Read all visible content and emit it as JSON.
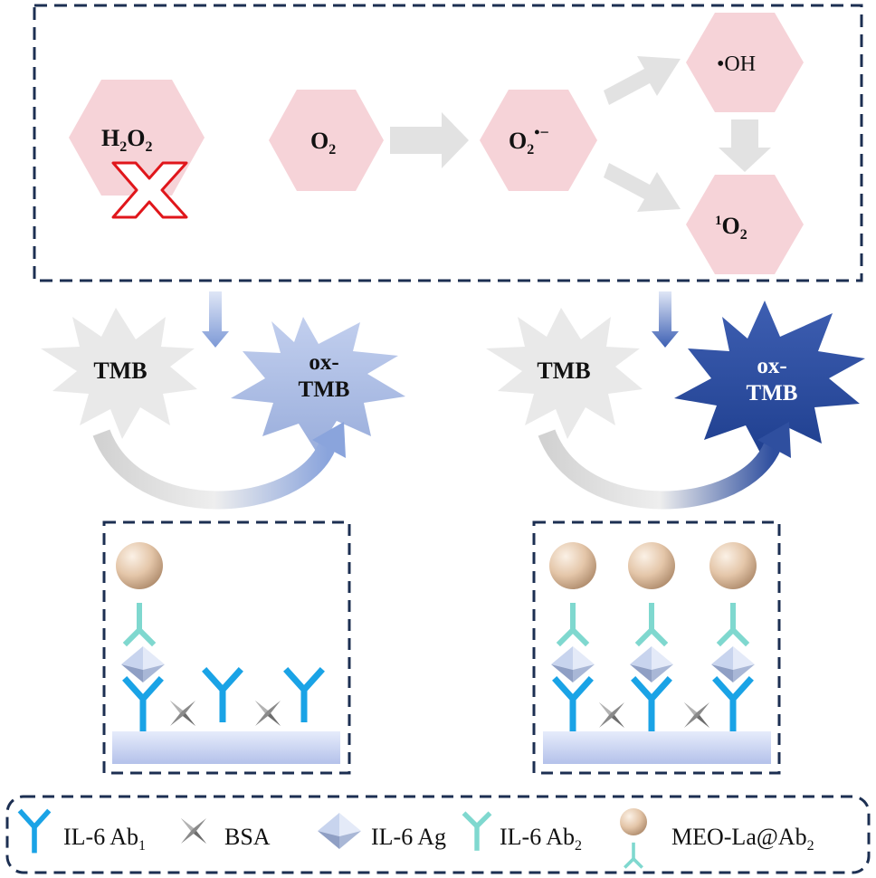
{
  "colors": {
    "box_dash": "#1c2f52",
    "hexagon": "#f6d3d8",
    "cross_stroke": "#e0161b",
    "arrow_gray": "#e2e2e2",
    "tmb_star": "#e9e9e9",
    "oxtmb_light": "#a7b8e0",
    "oxtmb_dark": "#2d4ea1",
    "ab1_blue": "#1aa3e6",
    "ab2_teal": "#7fd8cf",
    "bsa_gray": "#8a8a8a",
    "substrate": "#bfcaf0",
    "bead": "#e2c3a6"
  },
  "species": {
    "h2o2": {
      "main": "H",
      "sub1": "2",
      "mid": "O",
      "sub2": "2"
    },
    "o2": {
      "main": "O",
      "sub": "2"
    },
    "superoxide": {
      "main": "O",
      "sub": "2",
      "sup": "•−"
    },
    "hydroxyl": {
      "label": "•OH"
    },
    "singlet_oxygen": {
      "sup": "1",
      "main": "O",
      "sub": "2"
    }
  },
  "tmb": {
    "left_label": "TMB",
    "right_label": "TMB",
    "ox_line1": "ox-",
    "ox_line2": "TMB"
  },
  "legend": {
    "ab1": {
      "text": "IL-6 Ab",
      "sub": "1"
    },
    "bsa": {
      "text": "BSA"
    },
    "ag": {
      "text": "IL-6 Ag"
    },
    "ab2": {
      "text": "IL-6 Ab",
      "sub": "2"
    },
    "probe": {
      "text": "MEO-La@Ab",
      "sub": "2"
    }
  }
}
